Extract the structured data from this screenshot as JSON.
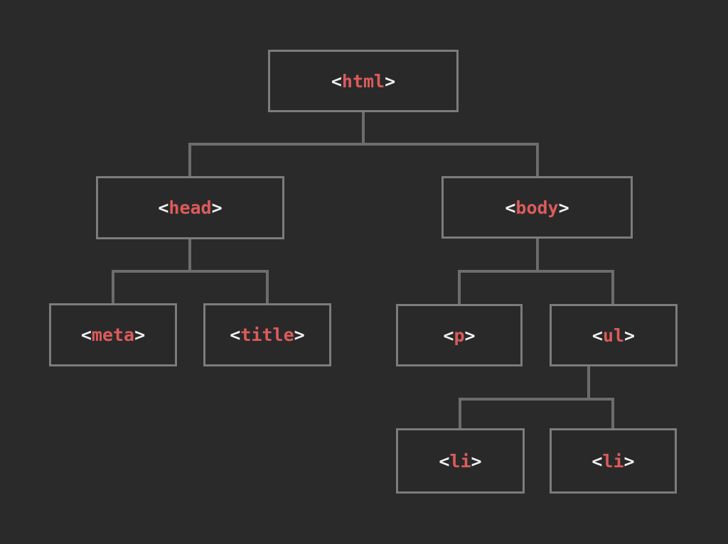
{
  "diagram": {
    "type": "tree",
    "colors": {
      "background": "#2a2a2b",
      "box_fill": "#29292a",
      "box_border": "#7c7c7c",
      "connector_line": "#6c6c6c",
      "bracket_text": "#f0f0f0",
      "tag_name_text": "#dc5b5b"
    },
    "nodes": [
      {
        "id": "html",
        "open": "<",
        "name": "html",
        "close": ">",
        "parent": null
      },
      {
        "id": "head",
        "open": "<",
        "name": "head",
        "close": ">",
        "parent": "html"
      },
      {
        "id": "body",
        "open": "<",
        "name": "body",
        "close": ">",
        "parent": "html"
      },
      {
        "id": "meta",
        "open": "<",
        "name": "meta",
        "close": ">",
        "parent": "head"
      },
      {
        "id": "title",
        "open": "<",
        "name": "title",
        "close": ">",
        "parent": "head"
      },
      {
        "id": "p",
        "open": "<",
        "name": "p",
        "close": ">",
        "parent": "body"
      },
      {
        "id": "ul",
        "open": "<",
        "name": "ul",
        "close": ">",
        "parent": "body"
      },
      {
        "id": "li-1",
        "open": "<",
        "name": "li",
        "close": ">",
        "parent": "ul"
      },
      {
        "id": "li-2",
        "open": "<",
        "name": "li",
        "close": ">",
        "parent": "ul"
      }
    ],
    "edges": [
      {
        "from": "html",
        "to": "head"
      },
      {
        "from": "html",
        "to": "body"
      },
      {
        "from": "head",
        "to": "meta"
      },
      {
        "from": "head",
        "to": "title"
      },
      {
        "from": "body",
        "to": "p"
      },
      {
        "from": "body",
        "to": "ul"
      },
      {
        "from": "ul",
        "to": "li-1"
      },
      {
        "from": "ul",
        "to": "li-2"
      }
    ]
  }
}
